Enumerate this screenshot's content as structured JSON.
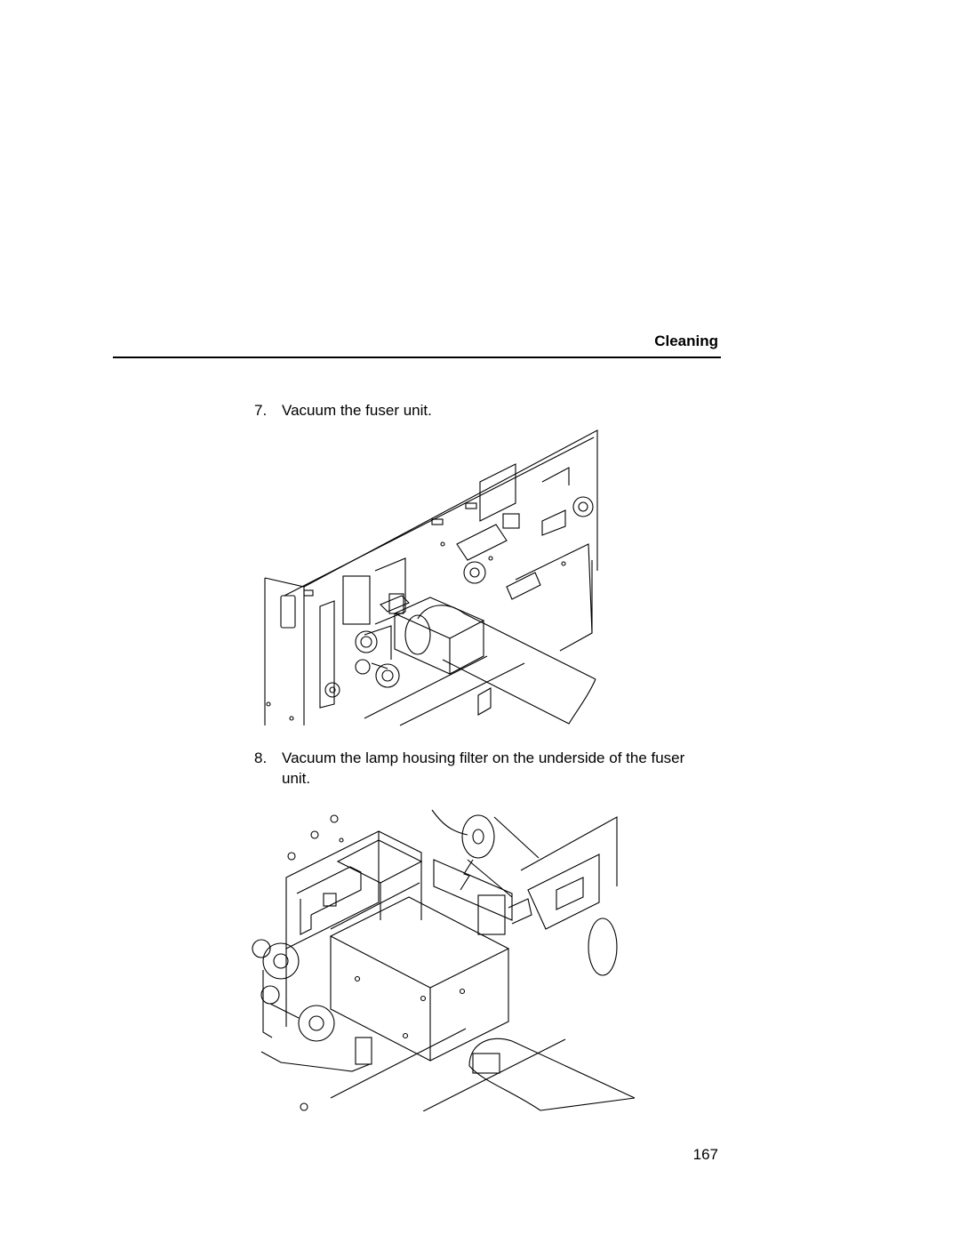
{
  "header": {
    "section_title": "Cleaning"
  },
  "steps": [
    {
      "number": "7.",
      "text": "Vacuum the fuser unit."
    },
    {
      "number": "8.",
      "text": "Vacuum the lamp housing filter on the underside of the fuser unit."
    }
  ],
  "figures": [
    {
      "name": "fuser-unit-vacuum-illustration"
    },
    {
      "name": "lamp-housing-filter-vacuum-illustration"
    }
  ],
  "footer": {
    "page_number": "167"
  }
}
